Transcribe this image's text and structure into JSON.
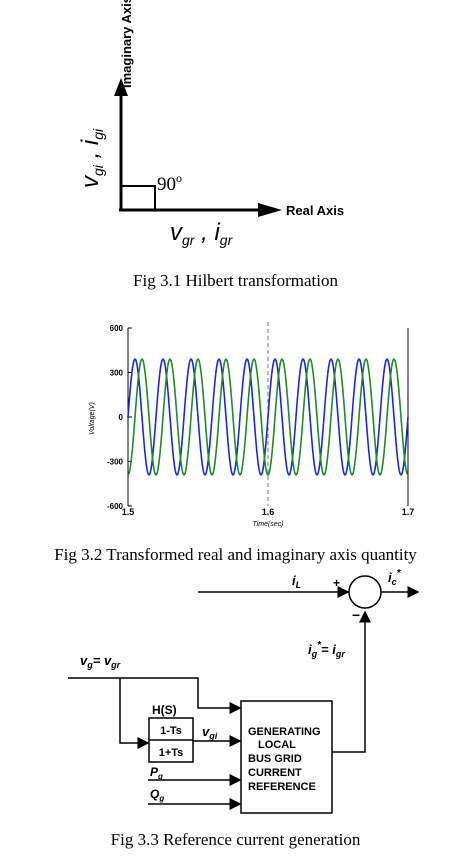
{
  "figures": [
    {
      "caption": "Fig 3.1 Hilbert transformation",
      "imaginary_axis_label": "Imaginary Axis",
      "real_axis_label": "Real Axis",
      "angle_label": "90",
      "angle_unit": "o",
      "v_imag_sub": "gi",
      "i_imag_sub": "gi",
      "v_real_sub": "gr",
      "i_real_sub": "gr"
    },
    {
      "caption": "Fig 3.2 Transformed real and imaginary axis quantity"
    },
    {
      "caption": "Fig 3.3 Reference current generation",
      "iL_label": "i",
      "iL_sub": "L",
      "ic_label": "i",
      "ic_sub": "c",
      "plus_sign": "+",
      "minus_sign": "−",
      "star": "*",
      "ig_eq": "= i",
      "ig_sub": "g",
      "igr_sub": "gr",
      "vg_label": "v",
      "vg_sub": "g",
      "vg_eq": "= v",
      "vgr_sub": "gr",
      "hs_label": "H(S)",
      "tf_num": "1-Ts",
      "tf_den": "1+Ts",
      "vgi_label": "v",
      "vgi_sub": "gi",
      "pg_label": "P",
      "pg_sub": "g",
      "qg_label": "Q",
      "qg_sub": "g",
      "block_lines": [
        "GENERATING",
        "LOCAL",
        "BUS GRID",
        "CURRENT",
        "REFERENCE"
      ]
    }
  ],
  "chart_data": {
    "type": "line",
    "xlabel": "Time(sec)",
    "ylabel": "Voltage(V)",
    "xlim": [
      1.5,
      1.7
    ],
    "ylim": [
      -600,
      600
    ],
    "x_ticks": [
      1.5,
      1.6,
      1.7
    ],
    "y_ticks": [
      600,
      300,
      0,
      -300,
      -600
    ],
    "frequency_hz": 50,
    "series": [
      {
        "amplitude": 390,
        "phase_deg": 0,
        "color": "#1a2ad8"
      },
      {
        "amplitude": 390,
        "phase_deg": -90,
        "color": "#1f8a2a"
      }
    ],
    "grid": false
  }
}
